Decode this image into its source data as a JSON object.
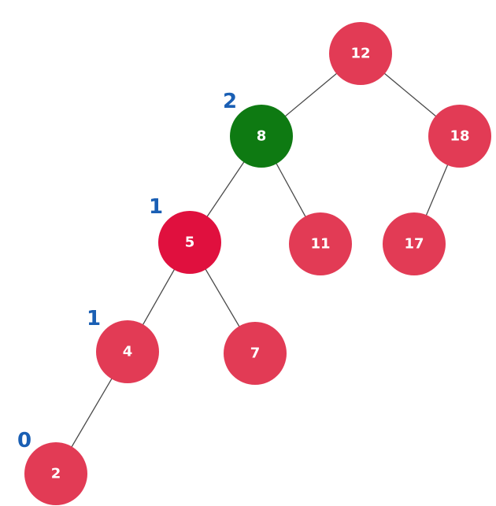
{
  "colors": {
    "node": "#e23b55",
    "node_imbalanced": "#e0103e",
    "node_highlight": "#0e7a12",
    "balance_label": "#1a5fb4"
  },
  "nodes": [
    {
      "id": "n12",
      "label": "12",
      "state": "normal"
    },
    {
      "id": "n8",
      "label": "8",
      "state": "highlight"
    },
    {
      "id": "n18",
      "label": "18",
      "state": "normal"
    },
    {
      "id": "n5",
      "label": "5",
      "state": "imbalanced"
    },
    {
      "id": "n11",
      "label": "11",
      "state": "normal"
    },
    {
      "id": "n17",
      "label": "17",
      "state": "normal"
    },
    {
      "id": "n4",
      "label": "4",
      "state": "normal"
    },
    {
      "id": "n7",
      "label": "7",
      "state": "normal"
    },
    {
      "id": "n2",
      "label": "2",
      "state": "normal"
    }
  ],
  "edges": [
    [
      "n12",
      "n8"
    ],
    [
      "n12",
      "n18"
    ],
    [
      "n8",
      "n5"
    ],
    [
      "n8",
      "n11"
    ],
    [
      "n18",
      "n17"
    ],
    [
      "n5",
      "n4"
    ],
    [
      "n5",
      "n7"
    ],
    [
      "n4",
      "n2"
    ]
  ],
  "balance_labels": [
    {
      "node": "n8",
      "value": "2"
    },
    {
      "node": "n5",
      "value": "1"
    },
    {
      "node": "n4",
      "value": "1"
    },
    {
      "node": "n2",
      "value": "0"
    }
  ]
}
